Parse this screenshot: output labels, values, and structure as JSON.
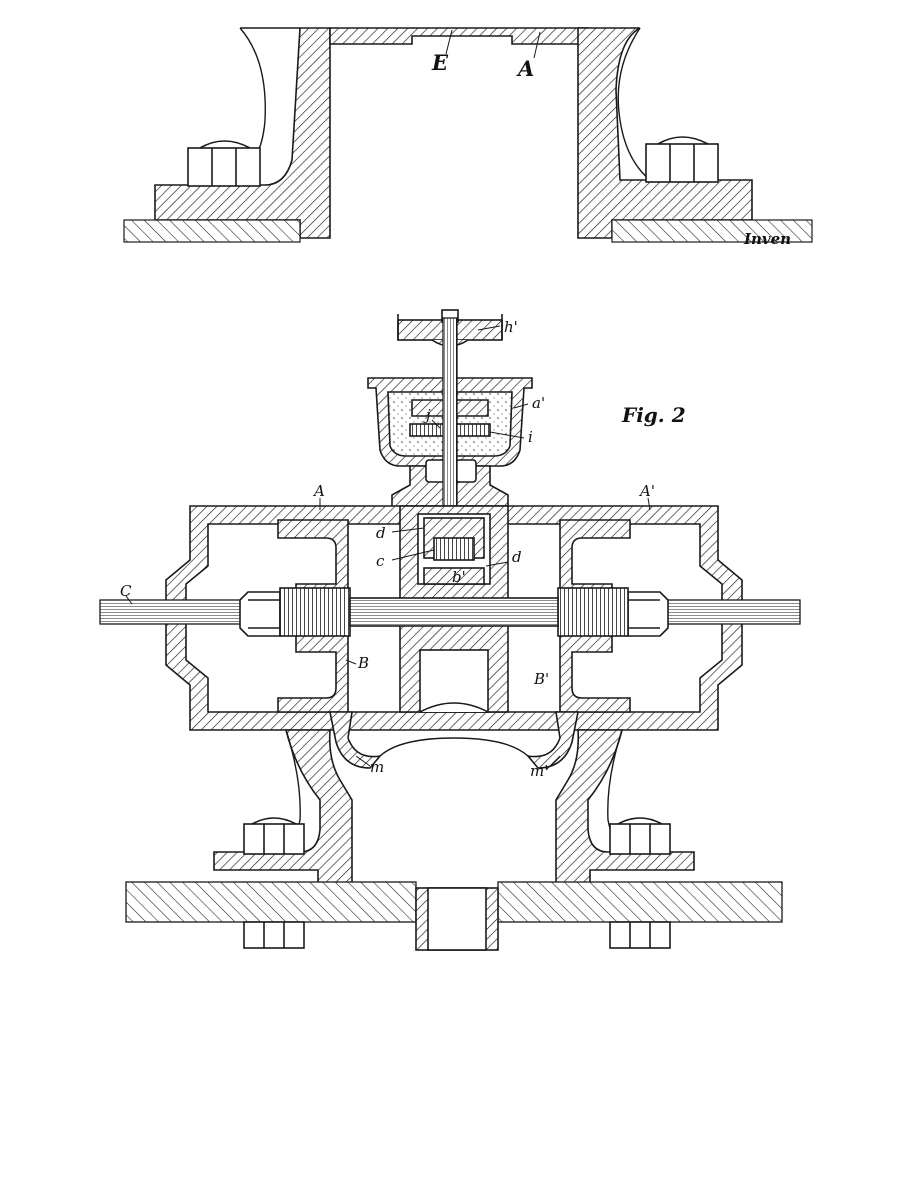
{
  "figure": {
    "fig_label": "Fig. 2",
    "top_cutoff_text": "Inven",
    "labels": {
      "E": "E",
      "A_top": "A",
      "h_prime": "h'",
      "a_prime": "a'",
      "i": "i",
      "j": "j",
      "A": "A",
      "A_prime": "A'",
      "d_left": "d",
      "c_small": "c",
      "b_prime": "b'",
      "d_right": "d",
      "C": "C",
      "B": "B",
      "B_prime": "B'",
      "m_left": "m",
      "m_right": "m'"
    }
  },
  "colors": {
    "ink": "#1a1a1a",
    "paper": "#ffffff"
  }
}
